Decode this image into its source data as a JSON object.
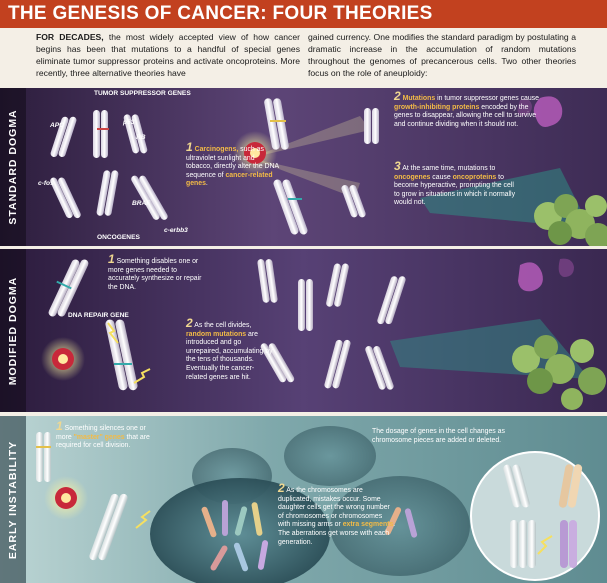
{
  "title": "THE GENESIS OF CANCER: FOUR THEORIES",
  "intro": {
    "lead": "FOR DECADES,",
    "col1": " the most widely accepted view of how cancer begins has been that mutations to a handful of special genes eliminate tumor suppressor proteins and activate oncoproteins. More recently, three alternative theories have",
    "col2": "gained currency. One modifies the standard paradigm by postulating a dramatic increase in the accumulation of random mutations throughout the genomes of precancerous cells. Two other theories focus on the role of aneuploidy:"
  },
  "panels": {
    "standard": {
      "label": "STANDARD DOGMA",
      "gene_labels": {
        "tsg": "TUMOR SUPPRESSOR GENES",
        "apc": "APC",
        "p53": "p53",
        "rb": "RB",
        "cfos": "c-fos",
        "braf": "BRAF",
        "cerbb3": "c-erbb3",
        "oncogenes": "ONCOGENES"
      },
      "step1": {
        "num": "1",
        "hl": "Carcinogens,",
        "t1": " such as ultraviolet sunlight and tobacco, directly alter the DNA sequence of ",
        "hl2": "cancer-related genes",
        "t2": "."
      },
      "step2": {
        "num": "2",
        "hl": "Mutations",
        "t1": " in tumor suppressor genes cause ",
        "hl2": "growth-inhibiting proteins",
        "t2": " encoded by the genes to disappear, allowing the cell to survive and continue dividing when it should not."
      },
      "step3": {
        "num": "3",
        "t0": "At the same time, mutations to ",
        "hl": "oncogenes",
        "t1": " cause ",
        "hl2": "oncoproteins",
        "t2": " to become hyperactive, prompting the cell to grow in situations in which it normally would not."
      }
    },
    "modified": {
      "label": "MODIFIED DOGMA",
      "dna_label": "DNA REPAIR GENE",
      "step1": {
        "num": "1",
        "t1": "Something disables one or more genes needed to accurately synthesize or repair the DNA."
      },
      "step2": {
        "num": "2",
        "t0": "As the cell divides, ",
        "hl": "random mutations",
        "t1": " are introduced and go unrepaired, accumulating by the tens of thousands. Eventually the cancer-related genes are hit."
      }
    },
    "early": {
      "label": "EARLY INSTABILITY",
      "step1": {
        "num": "1",
        "t0": "Something silences one or more ",
        "hl": "\"master\" genes",
        "t1": " that are required for cell division."
      },
      "step2": {
        "num": "2",
        "t0": "As the chromosomes are duplicated, mistakes occur. Some daughter cells get the wrong number of chromosomes or chromosomes with missing arms or ",
        "hl": "extra segments",
        "t1": ". The aberrations get worse with each generation."
      },
      "dosage": "The dosage of genes in the cell changes as chromosome pieces are added or deleted."
    }
  },
  "colors": {
    "banner": "#c2411f",
    "highlight": "#f3bb46",
    "panel_dark": "#3e2c55",
    "panel_light": "#7fa8ab"
  }
}
